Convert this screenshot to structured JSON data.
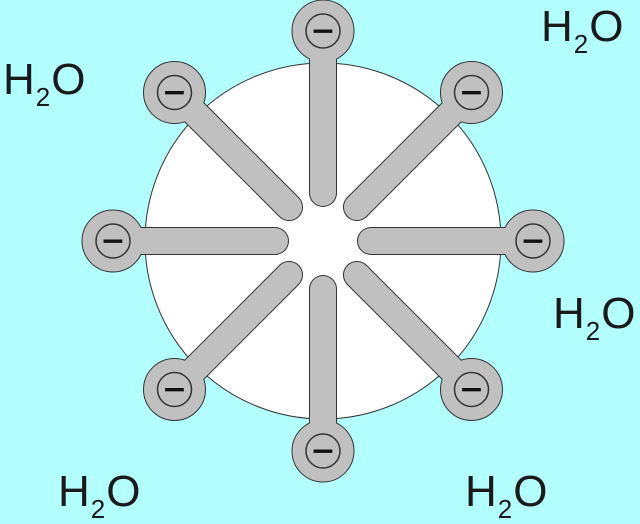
{
  "diagram": {
    "background_color": "#b3ffff",
    "micelle": {
      "core_color": "#ffffff",
      "surfactant_color": "#c0c0c0",
      "outline_color": "#333333",
      "head_charge": "−",
      "molecule_count": 8
    },
    "water_label": {
      "element_h": "H",
      "subscript": "2",
      "element_o": "O"
    }
  }
}
